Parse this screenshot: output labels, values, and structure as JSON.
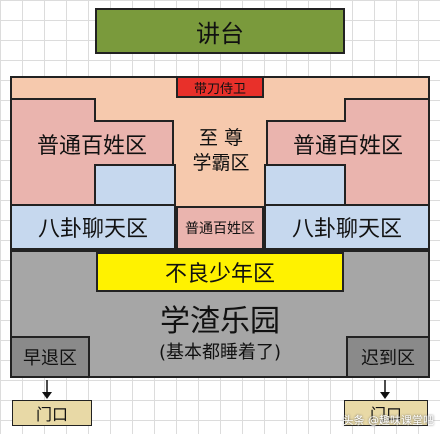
{
  "colors": {
    "podium": "#7a9a3c",
    "guard": "#e8302a",
    "salmon": "#f6c9ad",
    "pink": "#eab4ae",
    "blue": "#c6d8ee",
    "yellow": "#fff200",
    "gray": "#a6a6a6",
    "darkgray": "#8a8a8a"
  },
  "labels": {
    "podium": "讲台",
    "guard": "带刀侍卫",
    "commoners_left": "普通百姓区",
    "commoners_right": "普通百姓区",
    "supreme_top": "至 尊",
    "supreme_bottom": "学霸区",
    "commoners_center": "普通百姓区",
    "bagua_left": "八卦聊天区",
    "bagua_right": "八卦聊天区",
    "bad_youth": "不良少年区",
    "paradise": "学渣乐园",
    "paradise_sub": "(基本都睡着了)",
    "early_leave": "早退区",
    "late_arrive": "迟到区",
    "door_left": "门口",
    "door_right": "门口",
    "watermark": "头条 @趣味课堂吧"
  }
}
